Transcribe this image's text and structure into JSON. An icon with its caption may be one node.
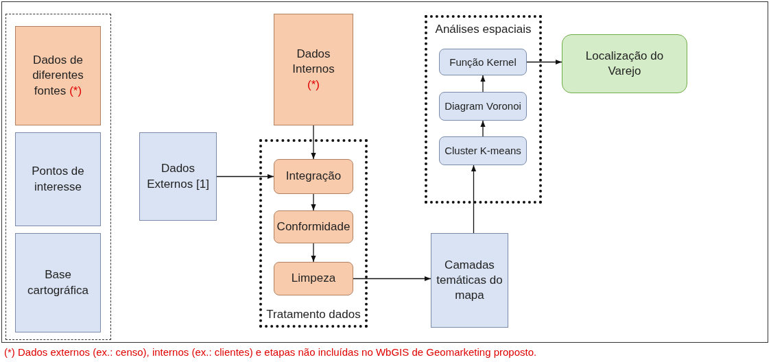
{
  "diagram": {
    "nodes": [
      {
        "text": [],
        "shape": "box"
      },
      {
        "text": [
          "Dados de diferentes fontes",
          "(*)"
        ],
        "in": 0
      },
      {
        "text": [
          "Pontos de interesse"
        ],
        "in": 0
      },
      {
        "text": [
          "Base cartográfica"
        ],
        "in": 0
      },
      {
        "text": [
          "Dados Externos [1]"
        ]
      },
      {
        "text": [
          "Dados Internos",
          "(*)"
        ]
      },
      {
        "text": [
          "Tratamento dados"
        ]
      },
      {
        "text": [
          "Integração"
        ],
        "in": 6
      },
      {
        "text": [
          "Conformidade"
        ],
        "in": 6
      },
      {
        "text": [
          "Limpeza"
        ],
        "in": 6
      },
      {
        "text": [
          "Camadas temáticas do mapa"
        ]
      },
      {
        "text": [
          "Análises espaciais"
        ]
      },
      {
        "text": [
          "Função Kernel"
        ],
        "in": 11
      },
      {
        "text": [
          "Diagram Voronoi"
        ],
        "in": 11
      },
      {
        "text": [
          "Cluster K-means"
        ],
        "in": 11
      },
      {
        "text": [
          "Localização do Varejo"
        ]
      }
    ],
    "edges": [
      {
        "from": 4,
        "to": 7,
        "arrow": "to"
      },
      {
        "from": 5,
        "to": 7,
        "arrow": "to"
      },
      {
        "from": 7,
        "to": 8,
        "arrow": "to"
      },
      {
        "from": 8,
        "to": 9,
        "arrow": "to"
      },
      {
        "from": 9,
        "to": 10,
        "arrow": "to"
      },
      {
        "from": 10,
        "to": 14,
        "arrow": "to"
      },
      {
        "from": 14,
        "to": 13,
        "arrow": "to"
      },
      {
        "from": 13,
        "to": 12,
        "arrow": "to"
      },
      {
        "from": 12,
        "to": 15,
        "arrow": "to"
      }
    ],
    "labels": [
      "(*) Dados externos (ex.: censo), internos (ex.: clientes) e etapas não incluídas no WbGIS de Geomarketing proposto."
    ]
  }
}
